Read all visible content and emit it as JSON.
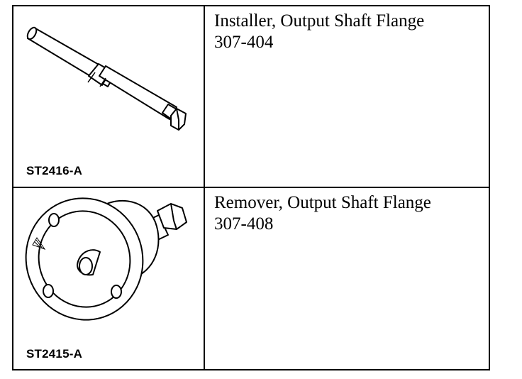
{
  "tools": [
    {
      "art_code": "ST2416-A",
      "illustration": "installer-tool-icon",
      "name": "Installer, Output Shaft Flange",
      "number": "307-404"
    },
    {
      "art_code": "ST2415-A",
      "illustration": "remover-tool-icon",
      "name": "Remover, Output Shaft Flange",
      "number": "307-408"
    }
  ]
}
